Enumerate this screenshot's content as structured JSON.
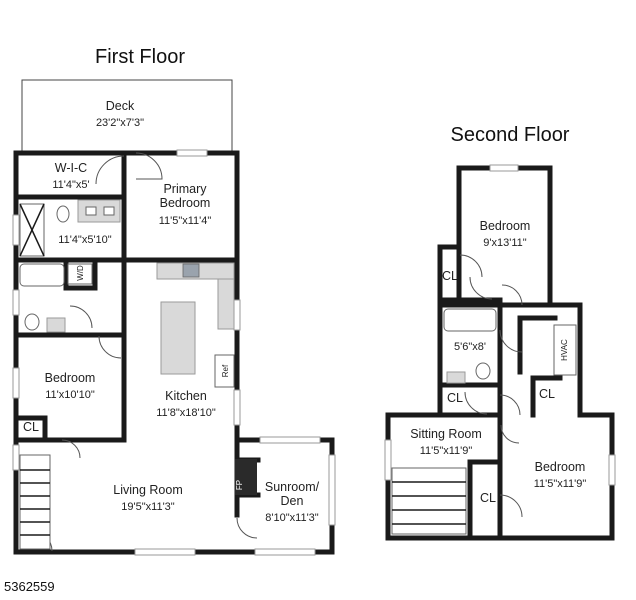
{
  "floors": {
    "first": {
      "title": "First Floor",
      "rooms": {
        "deck": {
          "name": "Deck",
          "dims": "23'2\"x7'3\""
        },
        "wic": {
          "name": "W-I-C",
          "dims": "11'4\"x5'"
        },
        "primary": {
          "name1": "Primary",
          "name2": "Bedroom",
          "dims": "11'5\"x11'4\""
        },
        "bath1": {
          "dims": "11'4\"x5'10\""
        },
        "bedroom": {
          "name": "Bedroom",
          "dims": "11'x10'10\""
        },
        "kitchen": {
          "name": "Kitchen",
          "dims": "11'8\"x18'10\""
        },
        "living": {
          "name": "Living Room",
          "dims": "19'5\"x11'3\""
        },
        "sunroom": {
          "name1": "Sunroom/",
          "name2": "Den",
          "dims": "8'10\"x11'3\""
        }
      },
      "tags": {
        "cl": "CL",
        "wd": "W/D",
        "ref": "Ref",
        "fp": "FP"
      }
    },
    "second": {
      "title": "Second Floor",
      "rooms": {
        "bedroom_top": {
          "name": "Bedroom",
          "dims": "9'x13'11\""
        },
        "bath": {
          "dims": "5'6\"x8'"
        },
        "sitting": {
          "name": "Sitting Room",
          "dims": "11'5\"x11'9\""
        },
        "bedroom_bottom": {
          "name": "Bedroom",
          "dims": "11'5\"x11'9\""
        }
      },
      "tags": {
        "cl1": "CL",
        "cl2": "CL",
        "cl3": "CL",
        "cl4": "CL",
        "hvac": "HVAC"
      }
    }
  },
  "listing_id": "5362559"
}
